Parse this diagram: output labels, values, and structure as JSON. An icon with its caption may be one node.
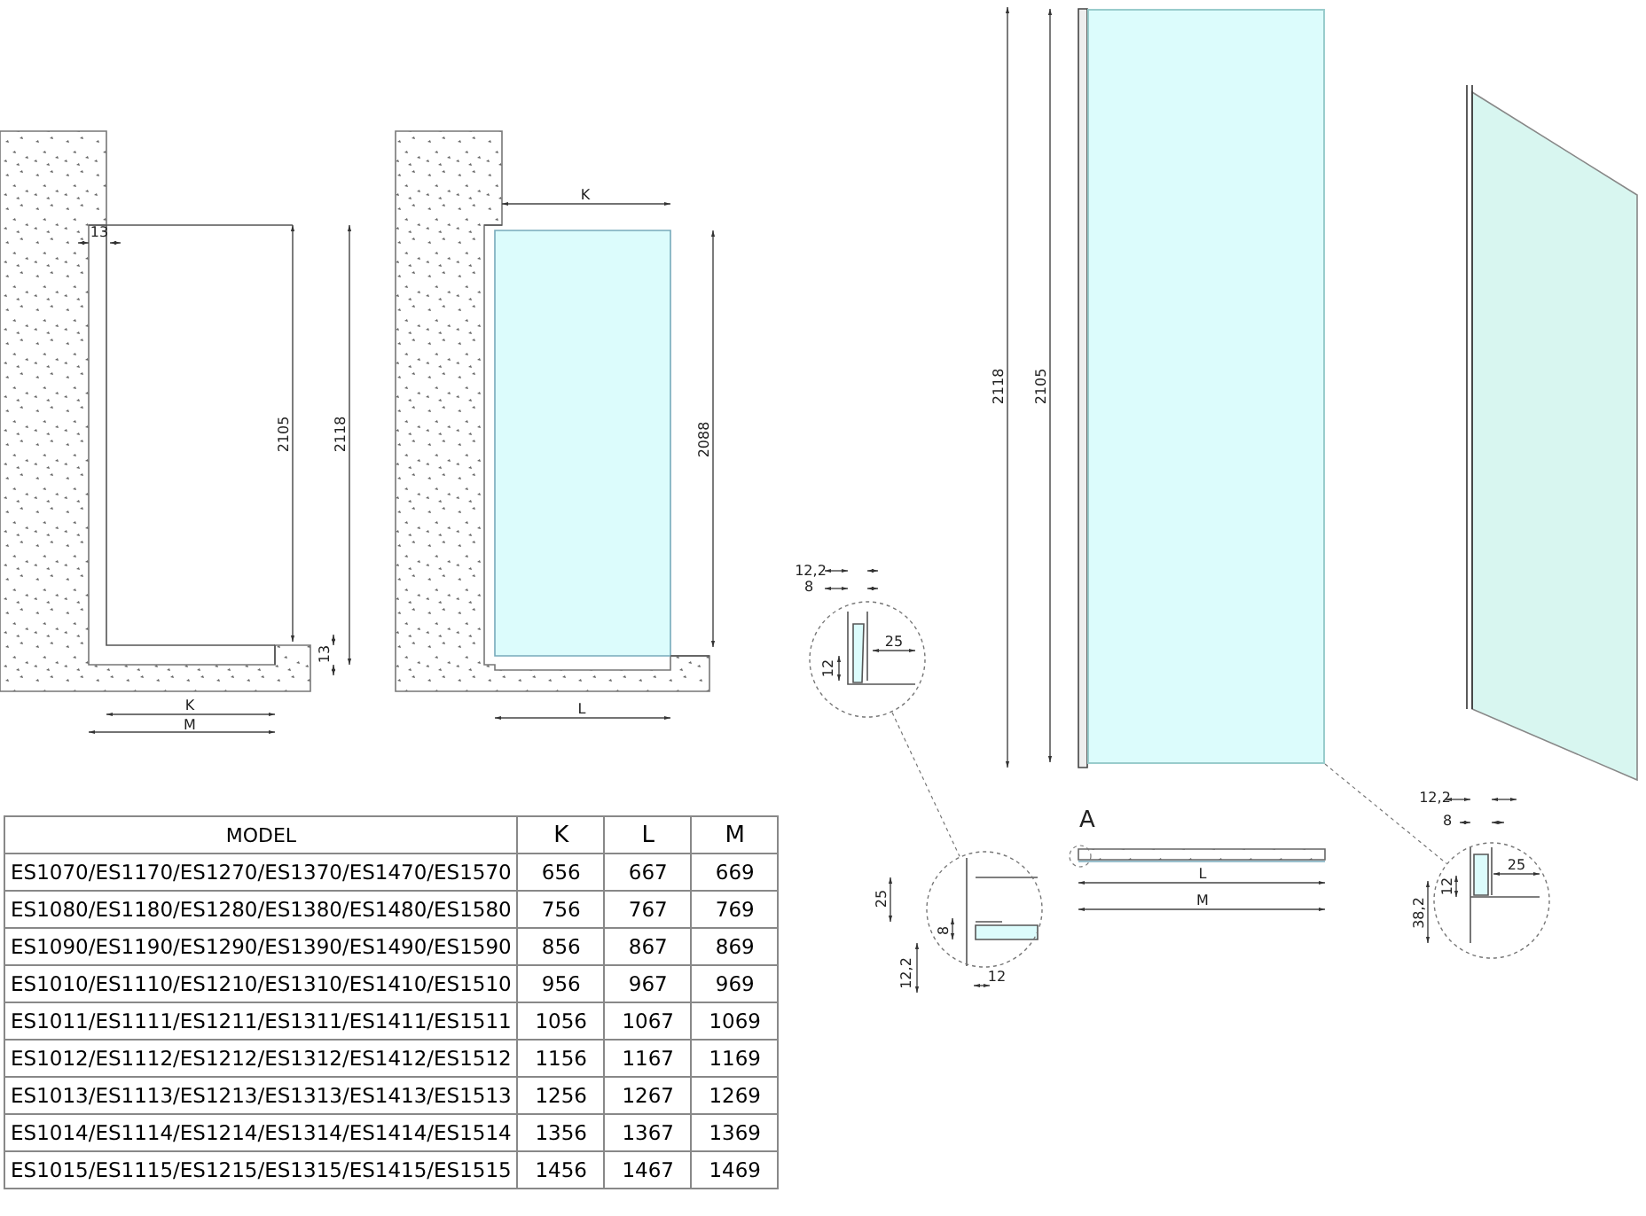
{
  "diagram": {
    "nodes": [
      {
        "text": [],
        "shape": "box"
      },
      {
        "text": [],
        "shape": "circle"
      },
      {
        "text": [],
        "shape": "circle"
      },
      {
        "text": [],
        "shape": "circle"
      }
    ],
    "edges": [
      {
        "from": 1,
        "to": 2,
        "arrow": "none",
        "style": "dashed"
      },
      {
        "from": 0,
        "to": 3,
        "arrow": "none",
        "style": "dashed"
      }
    ],
    "labels": [
      "13",
      "2105",
      "2118",
      "13",
      "K",
      "M",
      "K",
      "2088",
      "L",
      "2118",
      "2105",
      "12,2",
      "8",
      "25",
      "12",
      "A",
      "L",
      "M",
      "25",
      "8",
      "12,2",
      "12",
      "12,2",
      "8",
      "12",
      "25",
      "38,2",
      "MODEL",
      "K",
      "L",
      "M",
      "ES1070/ES1170/ES1270/ES1370/ES1470/ES1570",
      "656",
      "667",
      "669",
      "ES1080/ES1180/ES1280/ES1380/ES1480/ES1580",
      "756",
      "767",
      "769",
      "ES1090/ES1190/ES1290/ES1390/ES1490/ES1590",
      "856",
      "867",
      "869",
      "ES1010/ES1110/ES1210/ES1310/ES1410/ES1510",
      "956",
      "967",
      "969",
      "ES1011/ES1111/ES1211/ES1311/ES1411/ES1511",
      "1056",
      "1067",
      "1069",
      "ES1012/ES1112/ES1212/ES1312/ES1412/ES1512",
      "1156",
      "1167",
      "1169",
      "ES1013/ES1113/ES1213/ES1313/ES1413/ES1513",
      "1256",
      "1267",
      "1269",
      "ES1014/ES1114/ES1214/ES1314/ES1414/ES1514",
      "1356",
      "1367",
      "1369",
      "ES1015/ES1115/ES1215/ES1315/ES1415/ES1515",
      "1456",
      "1467",
      "1469"
    ]
  }
}
